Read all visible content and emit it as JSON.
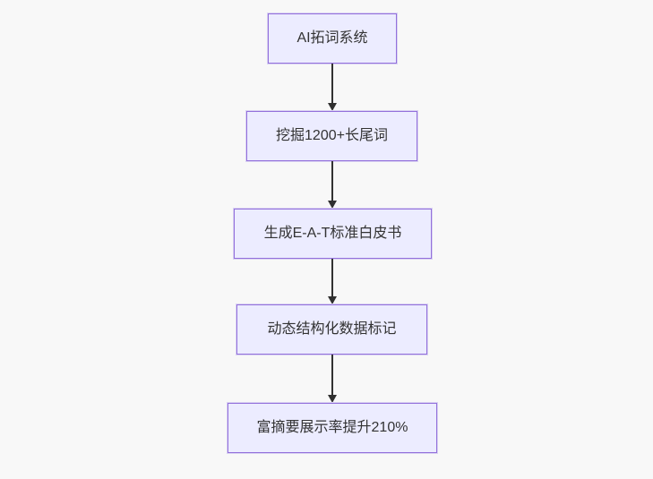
{
  "diagram": {
    "type": "flowchart",
    "direction": "top-down",
    "nodes": [
      {
        "id": "n1",
        "label": "AI拓词系统"
      },
      {
        "id": "n2",
        "label": "挖掘1200+长尾词"
      },
      {
        "id": "n3",
        "label": "生成E-A-T标准白皮书"
      },
      {
        "id": "n4",
        "label": "动态结构化数据标记"
      },
      {
        "id": "n5",
        "label": "富摘要展示率提升210%"
      }
    ],
    "edges": [
      {
        "from": "n1",
        "to": "n2"
      },
      {
        "from": "n2",
        "to": "n3"
      },
      {
        "from": "n3",
        "to": "n4"
      },
      {
        "from": "n4",
        "to": "n5"
      }
    ],
    "colors": {
      "node_fill": "#ECECFF",
      "node_border": "#9370DB",
      "node_text": "#333333",
      "arrow": "#333333",
      "background": "#F8F8F8"
    }
  }
}
